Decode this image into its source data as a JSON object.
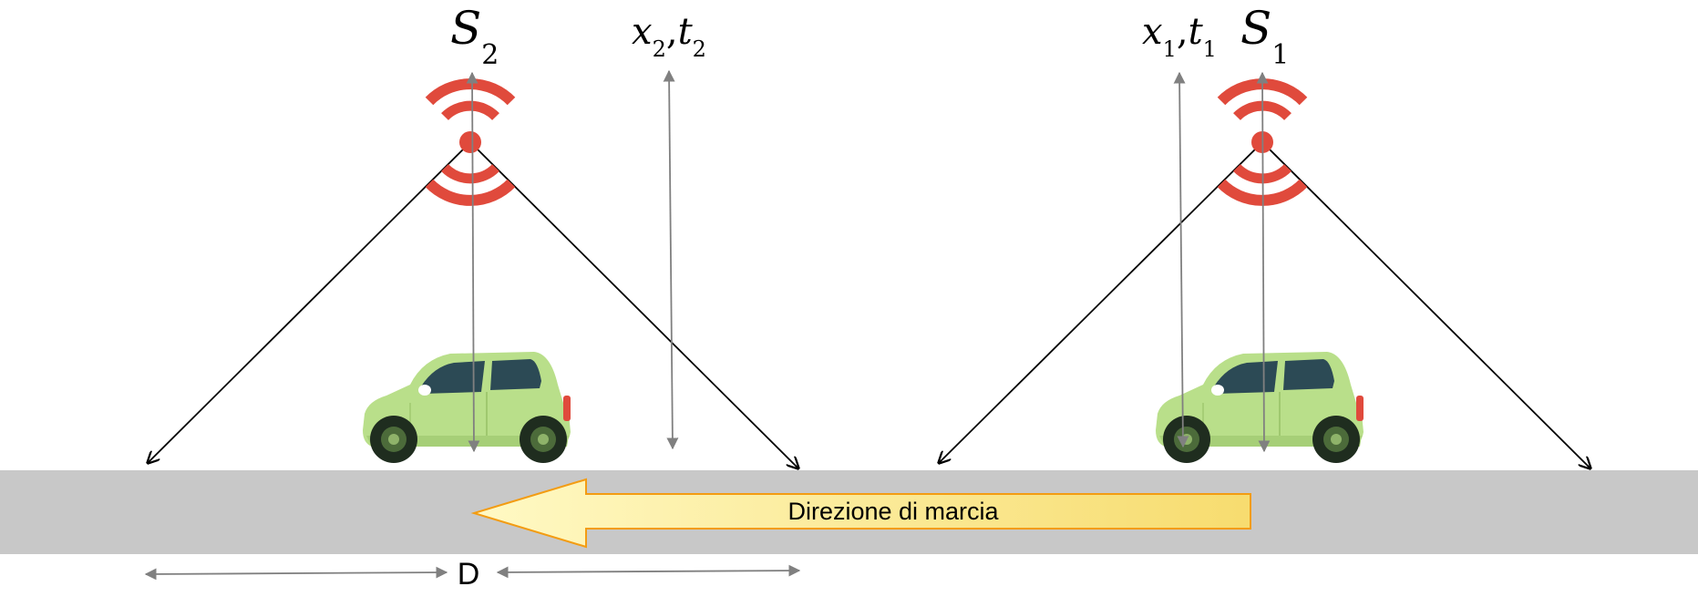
{
  "sensors": [
    {
      "id": "S2",
      "name": "S",
      "subscript": "2",
      "measure": {
        "x": "x",
        "x_sub": "2",
        "t": "t",
        "t_sub": "2"
      }
    },
    {
      "id": "S1",
      "name": "S",
      "subscript": "1",
      "measure": {
        "x": "x",
        "x_sub": "1",
        "t": "t",
        "t_sub": "1"
      }
    }
  ],
  "road": {
    "direction_label": "Direzione di marcia"
  },
  "distance": {
    "label": "D"
  },
  "colors": {
    "road": "#c8c8c8",
    "signal": "#e04a3c",
    "car_body": "#b9df8a",
    "car_window": "#2c4a55",
    "arrow_fill_start": "#fff9c4",
    "arrow_fill_end": "#f7dc6f",
    "arrow_stroke": "#f39c12",
    "guide_gray": "#808080",
    "beam": "#000000"
  }
}
